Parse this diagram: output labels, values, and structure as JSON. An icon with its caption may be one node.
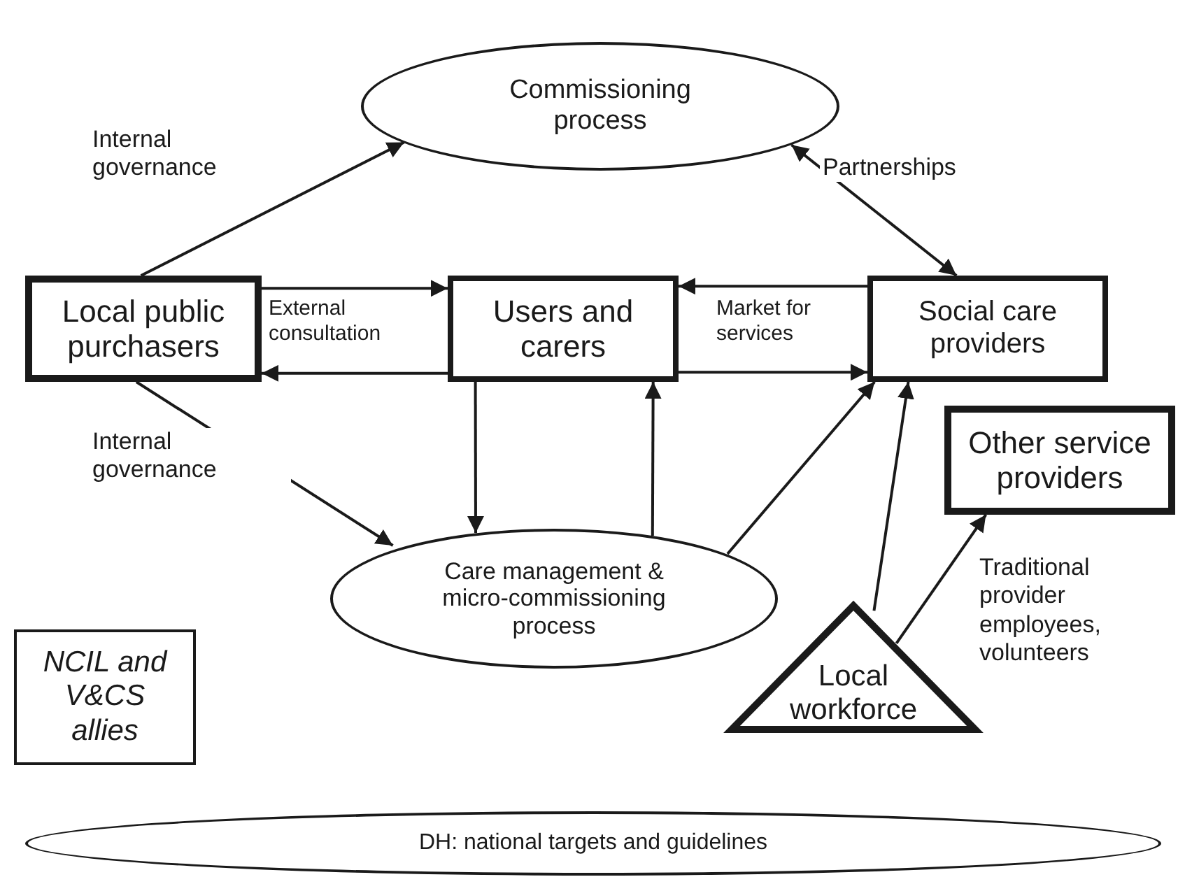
{
  "diagram": {
    "nodes": [
      {
        "text": [
          "Commissioning process"
        ]
      },
      {
        "text": [
          "Local public purchasers"
        ]
      },
      {
        "text": [
          "Users and carers"
        ]
      },
      {
        "text": [
          "Social care providers"
        ]
      },
      {
        "text": [
          "Other service providers"
        ]
      },
      {
        "text": [
          "Care management & micro-commissioning process"
        ]
      },
      {
        "text": [
          "Local workforce"
        ]
      },
      {
        "text": [
          "NCIL and V&CS allies"
        ]
      },
      {
        "text": [
          "DH: national targets and guidelines"
        ]
      }
    ],
    "edges": [
      {
        "from": 1,
        "to": 0,
        "arrow": "to",
        "label": "Internal governance"
      },
      {
        "from": 3,
        "to": 0,
        "arrow": "both",
        "label": "Partnerships"
      },
      {
        "from": 1,
        "to": 2,
        "arrow": "to"
      },
      {
        "from": 2,
        "to": 1,
        "arrow": "to"
      },
      {
        "from": 3,
        "to": 2,
        "arrow": "to"
      },
      {
        "from": 2,
        "to": 3,
        "arrow": "to"
      },
      {
        "from": 1,
        "to": 5,
        "arrow": "to",
        "label": "Internal governance"
      },
      {
        "from": 2,
        "to": 5,
        "arrow": "to"
      },
      {
        "from": 5,
        "to": 2,
        "arrow": "to"
      },
      {
        "from": 5,
        "to": 3,
        "arrow": "to"
      },
      {
        "from": 6,
        "to": 3,
        "arrow": "to"
      },
      {
        "from": 6,
        "to": 4,
        "arrow": "to",
        "label": "Traditional provider employees, volunteers"
      }
    ],
    "labels": [
      "External consultation",
      "Market for services"
    ]
  }
}
